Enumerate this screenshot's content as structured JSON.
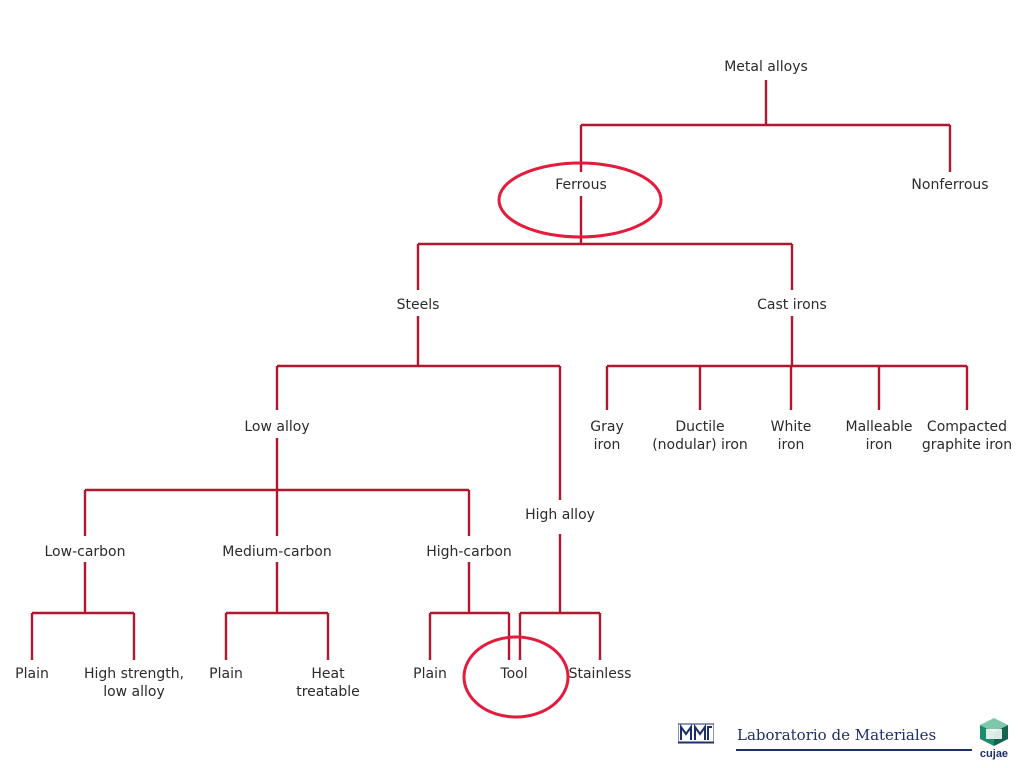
{
  "diagram": {
    "nodes": {
      "metal_alloys": [
        "Metal alloys"
      ],
      "ferrous": [
        "Ferrous"
      ],
      "nonferrous": [
        "Nonferrous"
      ],
      "steels": [
        "Steels"
      ],
      "cast_irons": [
        "Cast irons"
      ],
      "low_alloy": [
        "Low alloy"
      ],
      "high_alloy": [
        "High alloy"
      ],
      "gray_iron": [
        "Gray",
        "iron"
      ],
      "ductile_iron": [
        "Ductile",
        "(nodular) iron"
      ],
      "white_iron": [
        "White",
        "iron"
      ],
      "malleable_iron": [
        "Malleable",
        "iron"
      ],
      "compacted_graphite_iron": [
        "Compacted",
        "graphite iron"
      ],
      "low_carbon": [
        "Low-carbon"
      ],
      "medium_carbon": [
        "Medium-carbon"
      ],
      "high_carbon": [
        "High-carbon"
      ],
      "plain_low": [
        "Plain"
      ],
      "hsla": [
        "High strength,",
        "low alloy"
      ],
      "plain_medium": [
        "Plain"
      ],
      "heat_treatable": [
        "Heat",
        "treatable"
      ],
      "plain_high": [
        "Plain"
      ],
      "tool": [
        "Tool"
      ],
      "stainless": [
        "Stainless"
      ]
    },
    "highlighted": [
      "ferrous",
      "tool"
    ],
    "line_color": "#b1182e",
    "highlight_color": "#e31b3c"
  },
  "footer": {
    "lab_name": "Laboratorio de Materiales",
    "logo_right_text": "cujae",
    "brand_color": "#1d2f6a",
    "logo_green": "#1f8a6e"
  }
}
